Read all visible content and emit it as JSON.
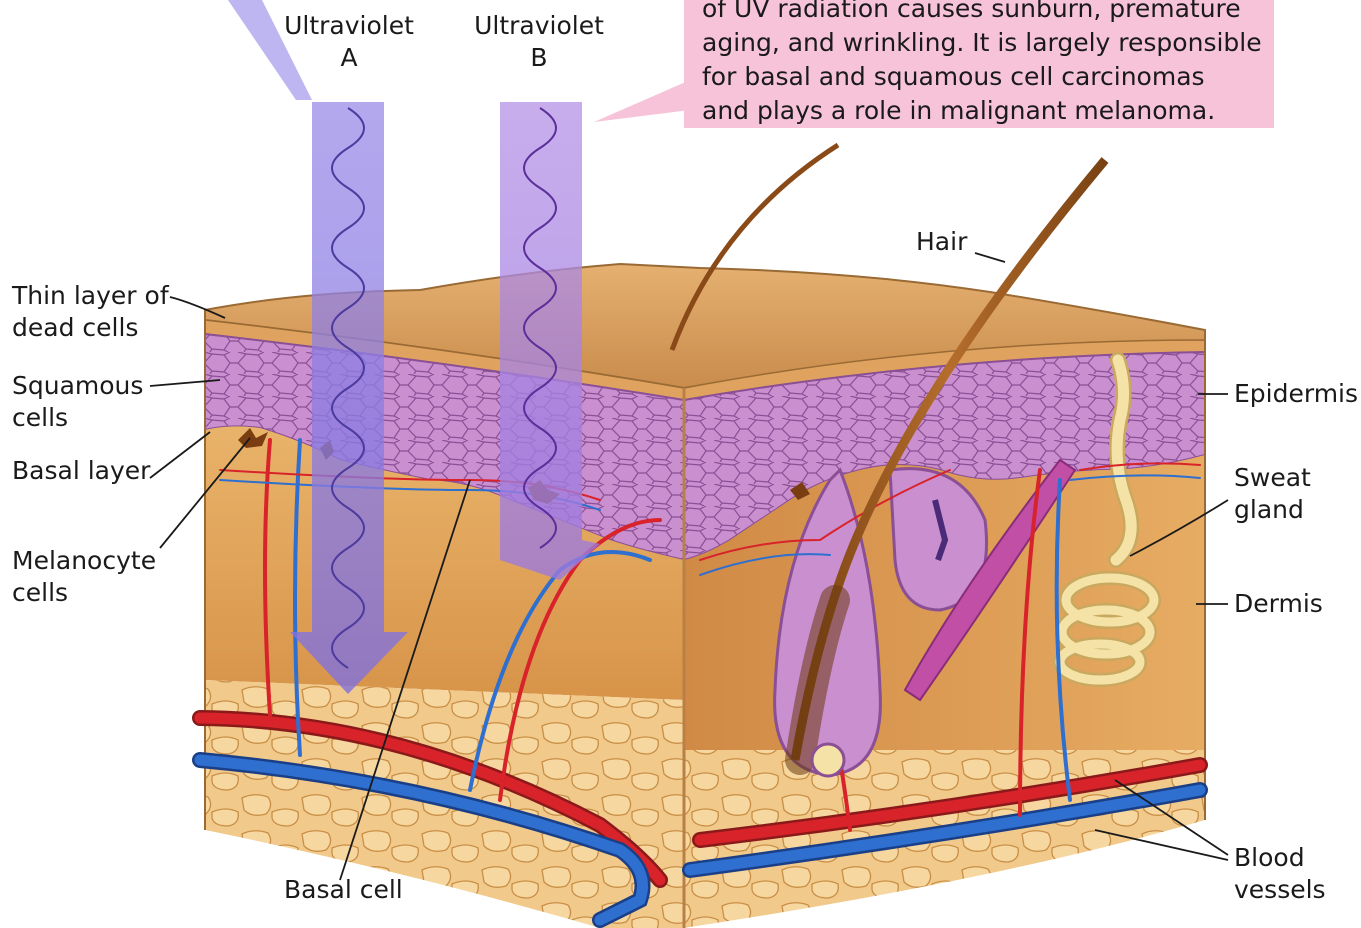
{
  "diagram": {
    "uv_labels": {
      "uva": [
        "Ultraviolet",
        "A"
      ],
      "uvb": [
        "Ultraviolet",
        "B"
      ]
    },
    "callout_lines": [
      "of UV radiation causes sunburn, premature",
      "aging, and wrinkling. It is largely responsible",
      "for basal and squamous cell carcinomas",
      "and plays a role in malignant melanoma."
    ],
    "left_labels": {
      "dead_cells": [
        "Thin layer of",
        "dead cells"
      ],
      "squamous": [
        "Squamous",
        "cells"
      ],
      "basal_layer": "Basal layer",
      "melanocyte": [
        "Melanocyte",
        "cells"
      ]
    },
    "right_labels": {
      "hair": "Hair",
      "epidermis": "Epidermis",
      "sweat_gland": [
        "Sweat",
        "gland"
      ],
      "dermis": "Dermis",
      "blood_vessels": [
        "Blood",
        "vessels"
      ]
    },
    "bottom_labels": {
      "basal_cell": "Basal cell"
    },
    "colors": {
      "callout_bg": "#f7c3d9",
      "uv_arrow": "#8e7fe0",
      "epidermis": "#c98fcf",
      "dermis": "#e0a45c",
      "fat": "#f1c98a",
      "artery": "#d8232a",
      "vein": "#2f6fd0",
      "hair": "#9a5a22"
    }
  }
}
